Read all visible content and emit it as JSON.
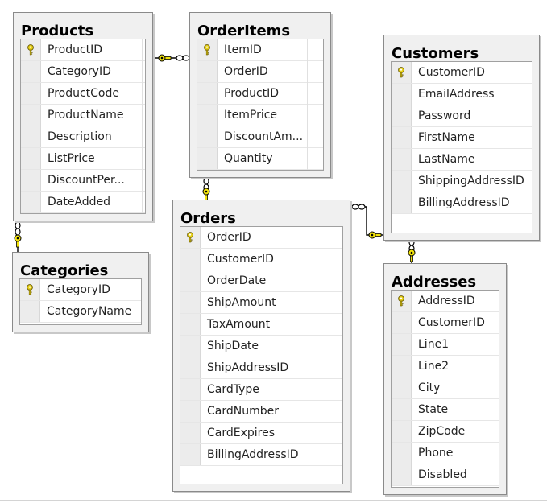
{
  "tables": {
    "products": {
      "title": "Products",
      "columns": [
        "ProductID",
        "CategoryID",
        "ProductCode",
        "ProductName",
        "Description",
        "ListPrice",
        "DiscountPer...",
        "DateAdded"
      ],
      "key_columns": [
        "ProductID"
      ]
    },
    "orderitems": {
      "title": "OrderItems",
      "columns": [
        "ItemID",
        "OrderID",
        "ProductID",
        "ItemPrice",
        "DiscountAm...",
        "Quantity"
      ],
      "key_columns": [
        "ItemID"
      ]
    },
    "customers": {
      "title": "Customers",
      "columns": [
        "CustomerID",
        "EmailAddress",
        "Password",
        "FirstName",
        "LastName",
        "ShippingAddressID",
        "BillingAddressID"
      ],
      "key_columns": [
        "CustomerID"
      ]
    },
    "categories": {
      "title": "Categories",
      "columns": [
        "CategoryID",
        "CategoryName"
      ],
      "key_columns": [
        "CategoryID"
      ]
    },
    "orders": {
      "title": "Orders",
      "columns": [
        "OrderID",
        "CustomerID",
        "OrderDate",
        "ShipAmount",
        "TaxAmount",
        "ShipDate",
        "ShipAddressID",
        "CardType",
        "CardNumber",
        "CardExpires",
        "BillingAddressID"
      ],
      "key_columns": [
        "OrderID"
      ]
    },
    "addresses": {
      "title": "Addresses",
      "columns": [
        "AddressID",
        "CustomerID",
        "Line1",
        "Line2",
        "City",
        "State",
        "ZipCode",
        "Phone",
        "Disabled"
      ],
      "key_columns": [
        "AddressID"
      ]
    }
  },
  "relationships": [
    {
      "from": "products",
      "to": "orderitems"
    },
    {
      "from": "products",
      "to": "categories"
    },
    {
      "from": "orderitems",
      "to": "orders"
    },
    {
      "from": "orders",
      "to": "customers"
    },
    {
      "from": "customers",
      "to": "addresses"
    }
  ],
  "colors": {
    "key_icon": "#e8d21a",
    "key_outline": "#6a5a00",
    "connector_key": "#f2e30c",
    "connector_line": "#000000",
    "panel_bg": "#f0f0f0",
    "panel_border": "#8a8a8a"
  },
  "icons": {
    "primary_key": "key-icon",
    "one_end": "key-connector-icon",
    "many_end": "infinity-connector-icon"
  }
}
